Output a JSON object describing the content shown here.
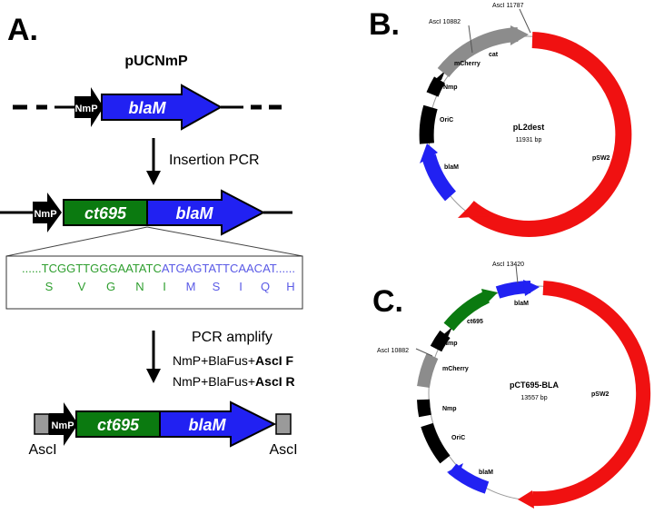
{
  "colors": {
    "black": "#000000",
    "green": "#0b7a10",
    "blue": "#2121f2",
    "red": "#f01111",
    "gray": "#8c8c8c",
    "seq_green": "#2e9e2e",
    "seq_blue": "#5a5ae6",
    "thin_line": "#9a9a9a"
  },
  "panel_a": {
    "letter": "A.",
    "plasmid": "pUCNmP",
    "nmp": "NmP",
    "blam": "blaM",
    "ct695": "ct695",
    "step1": "Insertion PCR",
    "seq_dots_left": "......",
    "seq_green": "TCGGTTGGGAATATC",
    "seq_blue": "ATGAGTATTCAACAT",
    "seq_dots_right": "......",
    "aa_green": [
      "S",
      "V",
      "G",
      "N",
      "I"
    ],
    "aa_blue": [
      "M",
      "S",
      "I",
      "Q",
      "H"
    ],
    "step2": "PCR amplify",
    "primer_f_prefix": "NmP+BlaFus+",
    "primer_f_bold": "AscI F",
    "primer_r_prefix": "NmP+BlaFus+",
    "primer_r_bold": "AscI R",
    "asci_left": "AscI",
    "asci_right": "AscI"
  },
  "panel_b": {
    "letter": "B.",
    "name": "pL2dest",
    "size": "11931 bp",
    "features": {
      "cat": "cat",
      "mcherry": "mCherry",
      "nmp": "Nmp",
      "oric": "OriC",
      "blam": "blaM",
      "psw2": "pSW2"
    },
    "sites": {
      "asci_a": "AscI 11787",
      "asci_b": "AscI 10882"
    }
  },
  "panel_c": {
    "letter": "C.",
    "name": "pCT695-BLA",
    "size": "13557 bp",
    "features": {
      "blam_top": "blaM",
      "ct695": "ct695",
      "nmp_a": "Nmp",
      "mcherry": "mCherry",
      "nmp_b": "Nmp",
      "oric": "OriC",
      "blam_bottom": "blaM",
      "psw2": "pSW2"
    },
    "sites": {
      "asci_a": "AscI 13420",
      "asci_b": "AscI 10882"
    }
  }
}
